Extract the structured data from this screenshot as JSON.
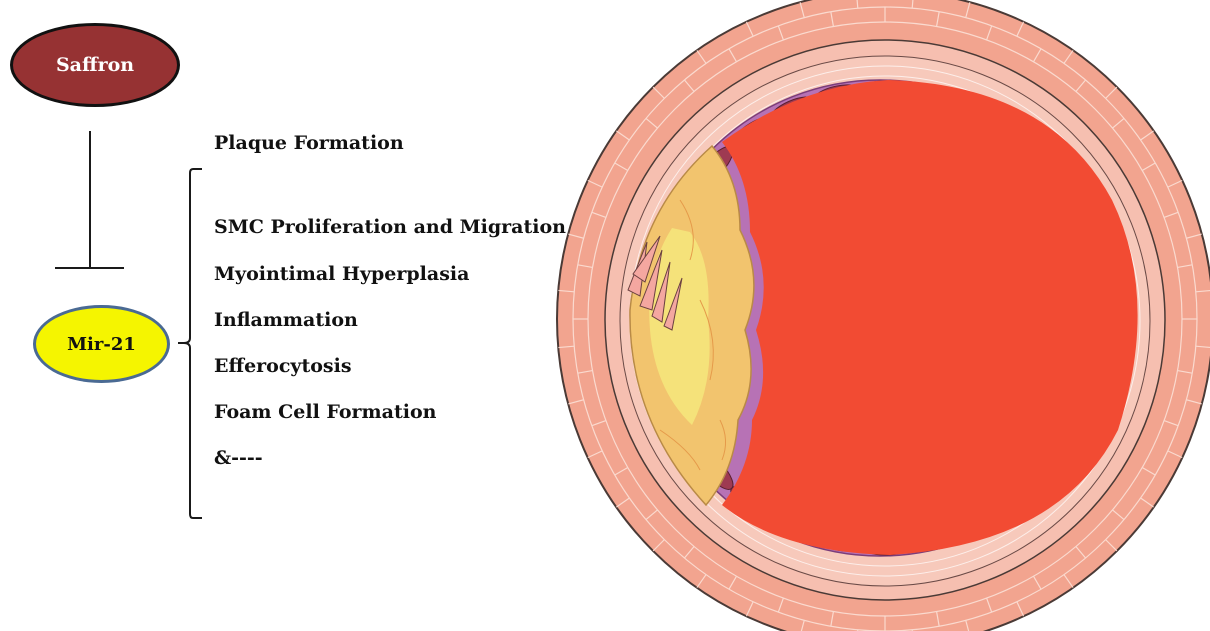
{
  "nodes": {
    "saffron": "Saffron",
    "mir21": "Mir-21"
  },
  "heading": "Plaque Formation",
  "effects": [
    "SMC Proliferation and Migration",
    "Myointimal Hyperplasia",
    "Inflammation",
    "Efferocytosis",
    "Foam Cell Formation",
    "&----"
  ],
  "colors": {
    "saffron_fill": "#963233",
    "mir21_fill": "#f5f500",
    "lumen": "#f24b33",
    "plaque": "#f2c46e",
    "vessel_wall": "#f2a48f"
  }
}
